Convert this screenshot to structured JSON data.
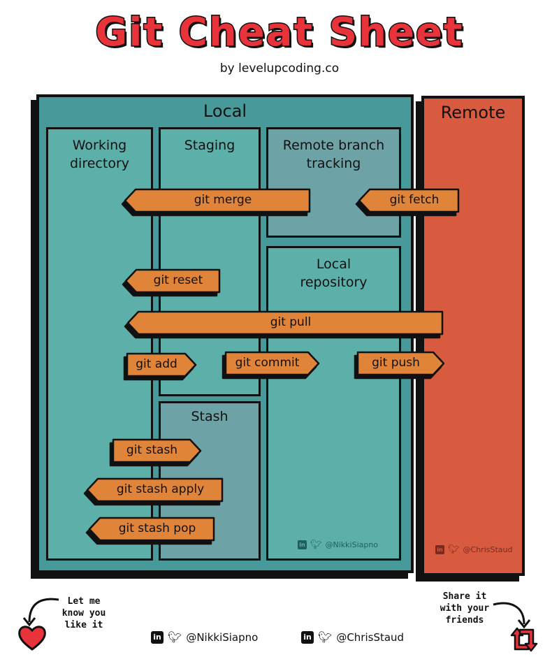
{
  "header": {
    "title": "Git Cheat Sheet",
    "subtitle": "by levelupcoding.co"
  },
  "colors": {
    "title_red": "#e8333b",
    "local_teal": "#48999a",
    "area_teal": "#5db0aa",
    "area_grey_teal": "#6da3a6",
    "remote_red": "#d85b40",
    "arrow_orange": "#e0843a"
  },
  "local": {
    "title": "Local",
    "areas": {
      "working_directory": "Working directory",
      "staging": "Staging",
      "remote_branch_tracking": "Remote branch tracking",
      "local_repository": "Local repository",
      "stash": "Stash"
    },
    "handle": "@NikkiSiapno"
  },
  "remote": {
    "title": "Remote",
    "handle": "@ChrisStaud"
  },
  "commands": [
    {
      "label": "git merge",
      "direction": "left",
      "from": "Remote branch tracking",
      "to": "Working directory"
    },
    {
      "label": "git fetch",
      "direction": "left",
      "from": "Remote",
      "to": "Remote branch tracking"
    },
    {
      "label": "git reset",
      "direction": "left",
      "from": "Staging",
      "to": "Working directory"
    },
    {
      "label": "git pull",
      "direction": "left",
      "from": "Remote",
      "to": "Working directory"
    },
    {
      "label": "git add",
      "direction": "right",
      "from": "Working directory",
      "to": "Staging"
    },
    {
      "label": "git commit",
      "direction": "right",
      "from": "Staging",
      "to": "Local repository"
    },
    {
      "label": "git push",
      "direction": "right",
      "from": "Local repository",
      "to": "Remote"
    },
    {
      "label": "git stash",
      "direction": "right",
      "from": "Working directory",
      "to": "Stash"
    },
    {
      "label": "git stash apply",
      "direction": "left",
      "from": "Stash",
      "to": "Working directory"
    },
    {
      "label": "git stash pop",
      "direction": "left",
      "from": "Stash",
      "to": "Working directory"
    }
  ],
  "footer": {
    "like_note": "Let me know you like it",
    "share_note": "Share it with your friends",
    "handles": [
      "@NikkiSiapno",
      "@ChrisStaud"
    ],
    "linkedin_glyph": "in"
  }
}
